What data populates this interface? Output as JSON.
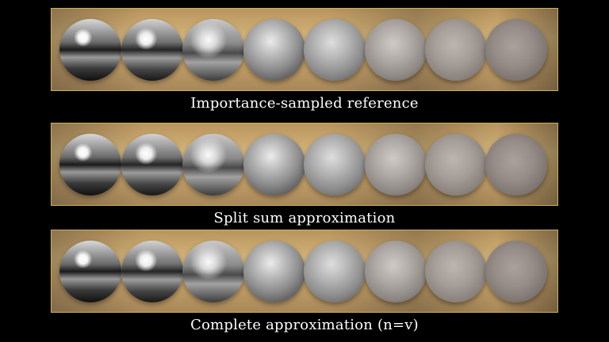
{
  "captions": {
    "panel_1": "Importance-sampled reference",
    "panel_2": "Split sum approximation",
    "panel_3": "Complete approximation (n=v)"
  },
  "colors": {
    "background": "#000000",
    "caption": "#ffffff",
    "panel_border": "#c9b25a"
  },
  "spheres_per_panel": 8
}
